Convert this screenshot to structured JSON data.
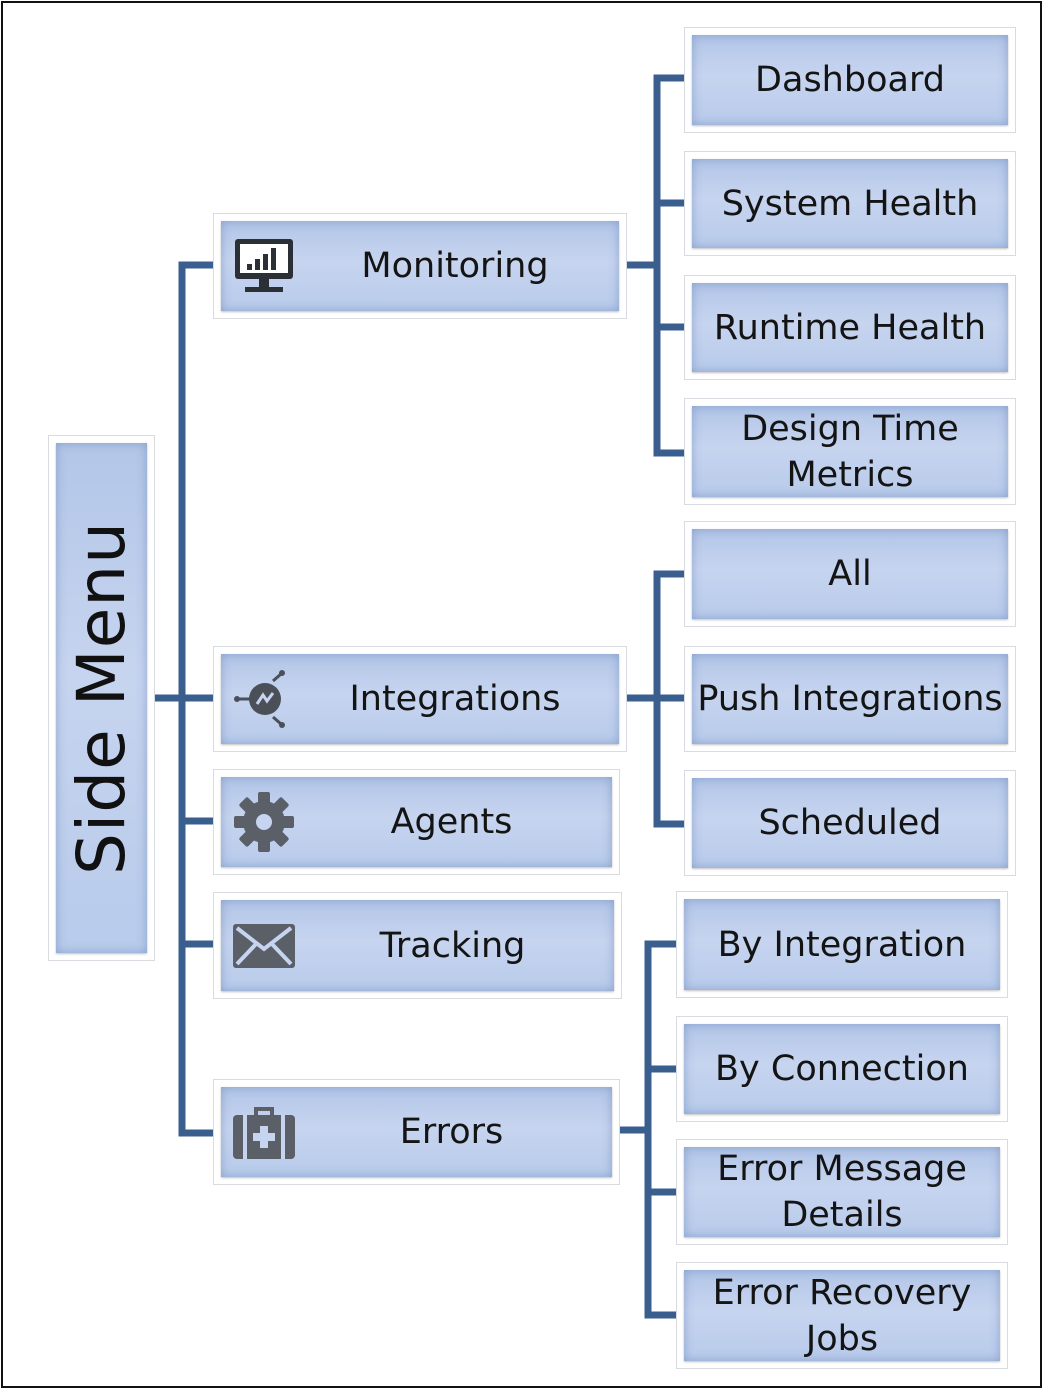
{
  "root": {
    "label": "Side Menu"
  },
  "categories": [
    {
      "label": "Monitoring",
      "icon": "monitor-chart-icon",
      "children": [
        "Dashboard",
        "System Health",
        "Runtime Health",
        "Design Time\nMetrics"
      ]
    },
    {
      "label": "Integrations",
      "icon": "integration-network-icon",
      "children": [
        "All",
        "Push Integrations",
        "Scheduled"
      ]
    },
    {
      "label": "Agents",
      "icon": "gear-icon",
      "children": []
    },
    {
      "label": "Tracking",
      "icon": "envelope-icon",
      "children": []
    },
    {
      "label": "Errors",
      "icon": "first-aid-kit-icon",
      "children": [
        "By Integration",
        "By Connection",
        "Error Message\nDetails",
        "Error Recovery\nJobs"
      ]
    }
  ],
  "colors": {
    "connector": "#3a5f8e",
    "box_fill": "#c6d4ef",
    "icon": "#3a3f4a"
  }
}
